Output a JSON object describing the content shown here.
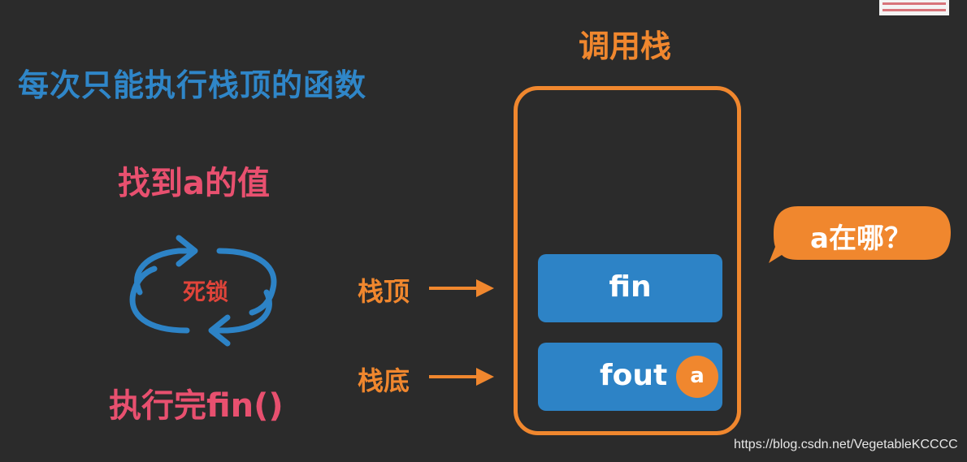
{
  "headline": "每次只能执行栈顶的函数",
  "left": {
    "find_value": "找到a的值",
    "deadlock": "死锁",
    "finished": "执行完fin()"
  },
  "stack": {
    "title": "调用栈",
    "top_label": "栈顶",
    "bottom_label": "栈底",
    "frames": [
      {
        "name": "fin"
      },
      {
        "name": "fout",
        "variable": "a"
      }
    ]
  },
  "bubble": {
    "text": "a在哪？"
  },
  "watermark": "https://blog.csdn.net/VegetableKCCCC",
  "colors": {
    "background": "#2b2b2b",
    "orange": "#f0872e",
    "blue": "#2d83c6",
    "pink": "#e8506f",
    "red": "#e0443a"
  }
}
